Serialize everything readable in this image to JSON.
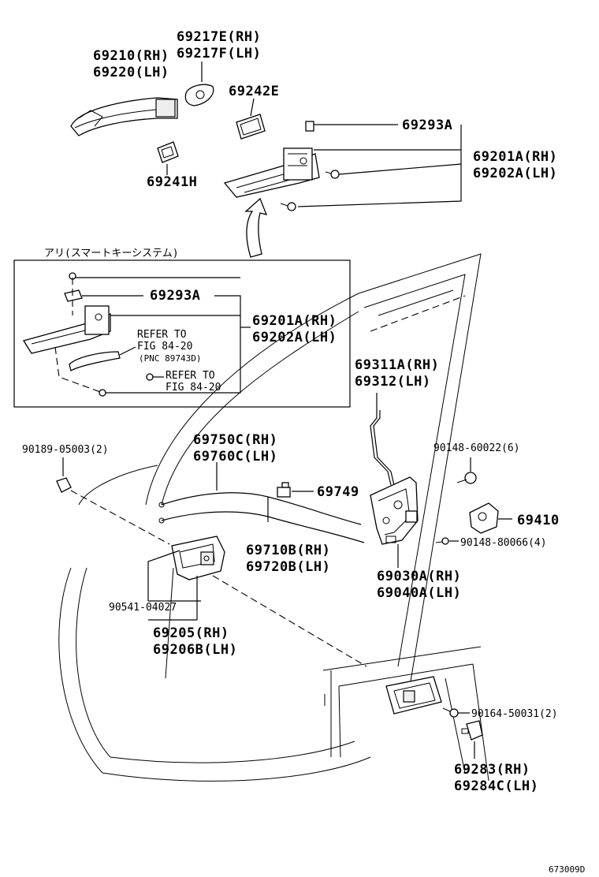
{
  "labels": {
    "p69217": [
      "69217E(RH)",
      "69217F(LH)"
    ],
    "p69210": [
      "69210(RH)",
      "69220(LH)"
    ],
    "p69242E": "69242E",
    "p69241H": "69241H",
    "p69293A_top": "69293A",
    "p69201A_top": [
      "69201A(RH)",
      "69202A(LH)"
    ],
    "inset_title": "アリ(スマートキーシステム)",
    "p69293A_inset": "69293A",
    "p69201A_inset": [
      "69201A(RH)",
      "69202A(LH)"
    ],
    "refer1": [
      "REFER TO",
      "FIG 84-20",
      "(PNC 89743D)"
    ],
    "refer2": [
      "REFER TO",
      "FIG 84-20"
    ],
    "p69311A": [
      "69311A(RH)",
      "69312(LH)"
    ],
    "p90189": "90189-05003(2)",
    "p69750C": [
      "69750C(RH)",
      "69760C(LH)"
    ],
    "p90148_60022": "90148-60022(6)",
    "p69749": "69749",
    "p69410": "69410",
    "p90148_80066": "90148-80066(4)",
    "p69710B": [
      "69710B(RH)",
      "69720B(LH)"
    ],
    "p69030A": [
      "69030A(RH)",
      "69040A(LH)"
    ],
    "p90541": "90541-04027",
    "p69205": [
      "69205(RH)",
      "69206B(LH)"
    ],
    "p90164": "90164-50031(2)",
    "p69283": [
      "69283(RH)",
      "69284C(LH)"
    ],
    "figure_code": "673009D"
  },
  "icons": [
    "outside-handle",
    "handle-cover",
    "handle-pad",
    "handle-frame",
    "lock-assembly",
    "striker",
    "inside-handle",
    "cable",
    "lock-rod",
    "screw",
    "clip"
  ]
}
